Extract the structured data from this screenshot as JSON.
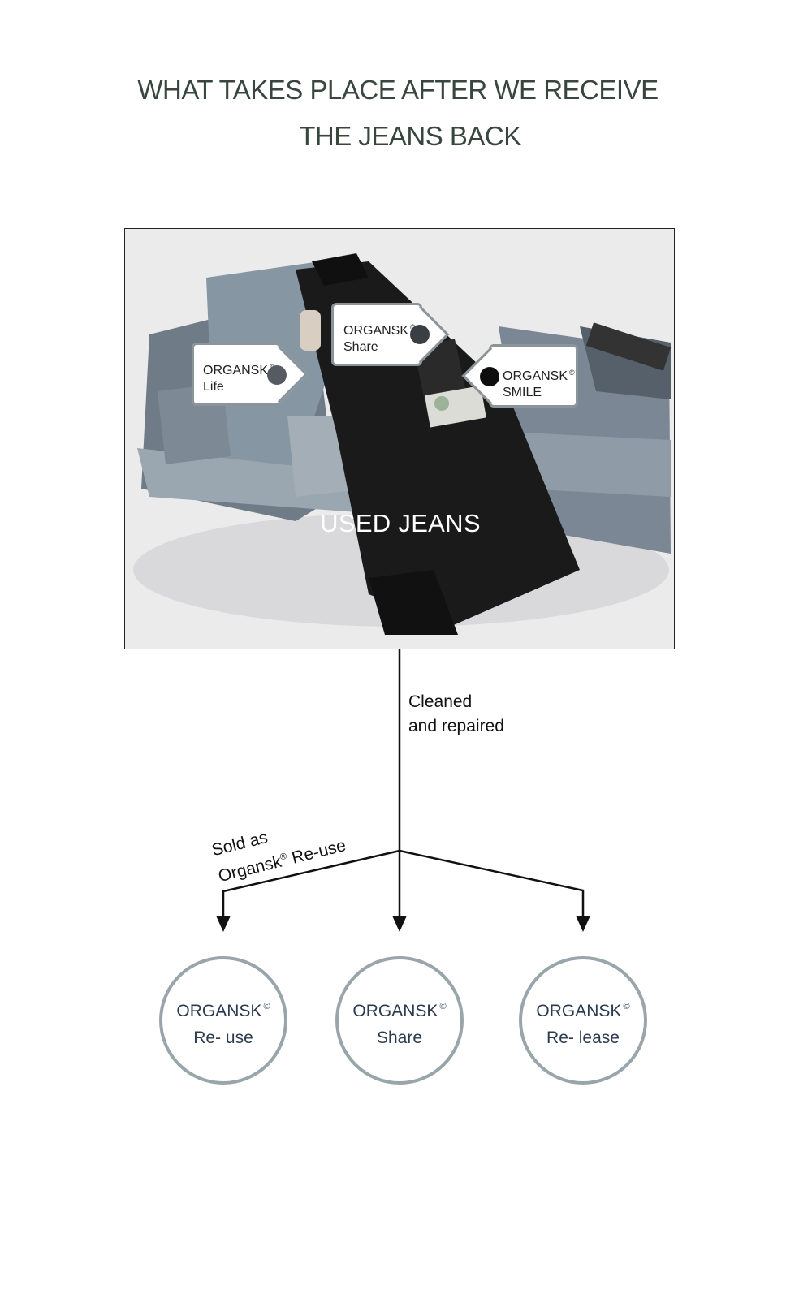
{
  "title": {
    "line1": "WHAT TAKES PLACE AFTER WE RECEIVE",
    "line2": "THE JEANS BACK"
  },
  "photo": {
    "caption": "USED JEANS",
    "tags": [
      {
        "brand": "ORGANSK",
        "mark": "©",
        "name": "Life"
      },
      {
        "brand": "ORGANSK",
        "mark": "©",
        "name": "Share"
      },
      {
        "brand": "ORGANSK",
        "mark": "©",
        "name": "SMILE"
      }
    ]
  },
  "flow": {
    "step_label_line1": "Cleaned",
    "step_label_line2": "and repaired",
    "branch_label_line1": "Sold as",
    "branch_label_line2_a": "Organsk",
    "branch_label_line2_mark": "®",
    "branch_label_line2_b": " Re-use"
  },
  "outcomes": [
    {
      "brand": "ORGANSK",
      "mark": "©",
      "name": "Re- use"
    },
    {
      "brand": "ORGANSK",
      "mark": "©",
      "name": "Share"
    },
    {
      "brand": "ORGANSK",
      "mark": "©",
      "name": "Re- lease"
    }
  ],
  "colors": {
    "title": "#38463f",
    "circle_border": "#9aa4ab",
    "circle_text": "#2b3b4f",
    "tag_border": "#8a9499"
  }
}
